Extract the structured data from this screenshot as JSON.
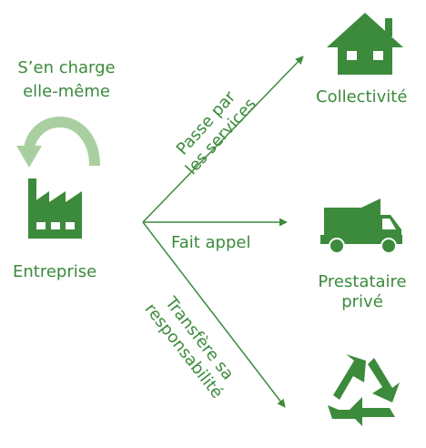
{
  "left": {
    "self_caption_line1": "S’en charge",
    "self_caption_line2": "elle-même",
    "entity_label": "Entreprise"
  },
  "targets": {
    "top": "Collectivité",
    "middle_line1": "Prestataire",
    "middle_line2": "privé"
  },
  "arrows": {
    "top_line1": "Passe par",
    "top_line2": "les services",
    "middle": "Fait appel",
    "bottom_line1": "Transfère sa",
    "bottom_line2": "responsabilité"
  },
  "colors": {
    "green": "#3c8a3c",
    "light_green": "#a9cfa0"
  },
  "icons": [
    "factory-icon",
    "house-icon",
    "truck-icon",
    "recycle-icon",
    "loop-arrow-icon"
  ]
}
